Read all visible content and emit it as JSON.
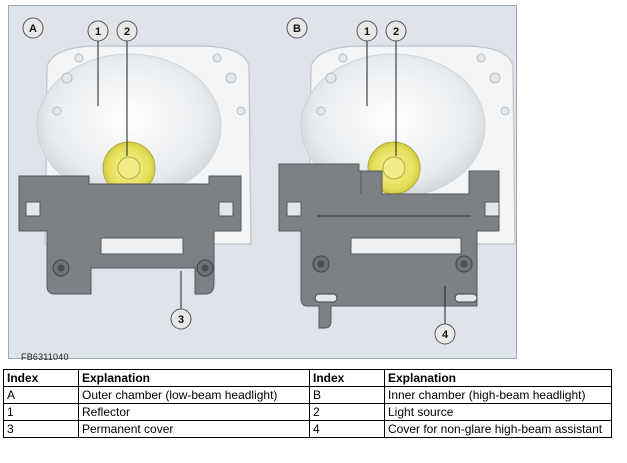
{
  "figure": {
    "code": "FB6311040",
    "panels": [
      {
        "label": "A",
        "callouts": [
          "1",
          "2",
          "3"
        ]
      },
      {
        "label": "B",
        "callouts": [
          "1",
          "2",
          "4"
        ]
      }
    ]
  },
  "table": {
    "headers": [
      "Index",
      "Explanation",
      "Index",
      "Explanation"
    ],
    "rows": [
      [
        "A",
        "Outer chamber (low-beam headlight)",
        "B",
        "Inner chamber (high-beam headlight)"
      ],
      [
        "1",
        "Reflector",
        "2",
        "Light source"
      ],
      [
        "3",
        "Permanent cover",
        "4",
        "Cover for non-glare high-beam assistant"
      ]
    ]
  },
  "colors": {
    "frame_border": "#9aa9b8",
    "background": "#dfe4ea",
    "housing": "#f4f5f6",
    "cover": "#7d8186",
    "bulb": "#e6e05a",
    "badge": "#e8e8e8"
  }
}
